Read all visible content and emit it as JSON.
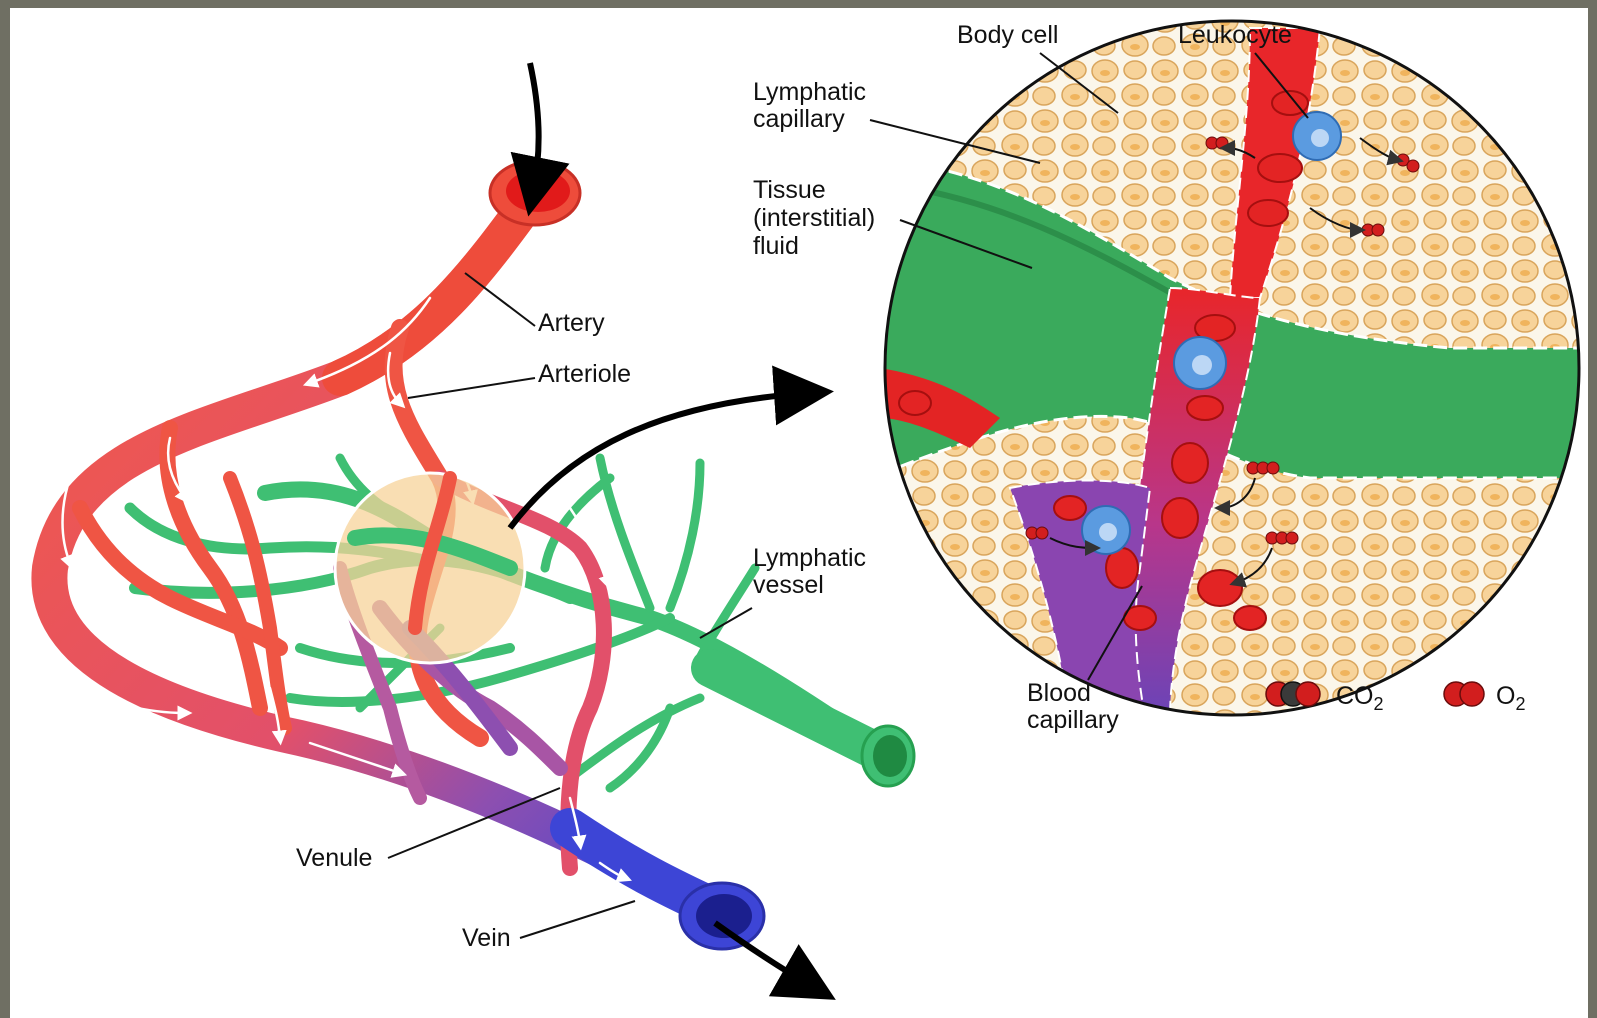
{
  "labels": {
    "artery": "Artery",
    "arteriole": "Arteriole",
    "venule": "Venule",
    "vein": "Vein",
    "lymphatic_vessel": [
      "Lymphatic",
      "vessel"
    ],
    "body_cell": "Body cell",
    "leukocyte": "Leukocyte",
    "lymphatic_capillary": [
      "Lymphatic",
      "capillary"
    ],
    "tissue_fluid": [
      "Tissue",
      "(interstitial)",
      "fluid"
    ],
    "blood_capillary": [
      "Blood",
      "capillary"
    ]
  },
  "legend": {
    "co2": {
      "label": "CO",
      "subscript": "2"
    },
    "o2": {
      "label": "O",
      "subscript": "2"
    }
  },
  "colors": {
    "artery": "#ef4a3a",
    "vein": "#3d45d6",
    "venule": "#8d4fb0",
    "lymph": "#3fbf73",
    "lymph_dark": "#26a050",
    "cell": "#f7d39a",
    "rbc": "#e32424",
    "leukocyte": "#5b9be0",
    "background": "#6f6f63"
  }
}
